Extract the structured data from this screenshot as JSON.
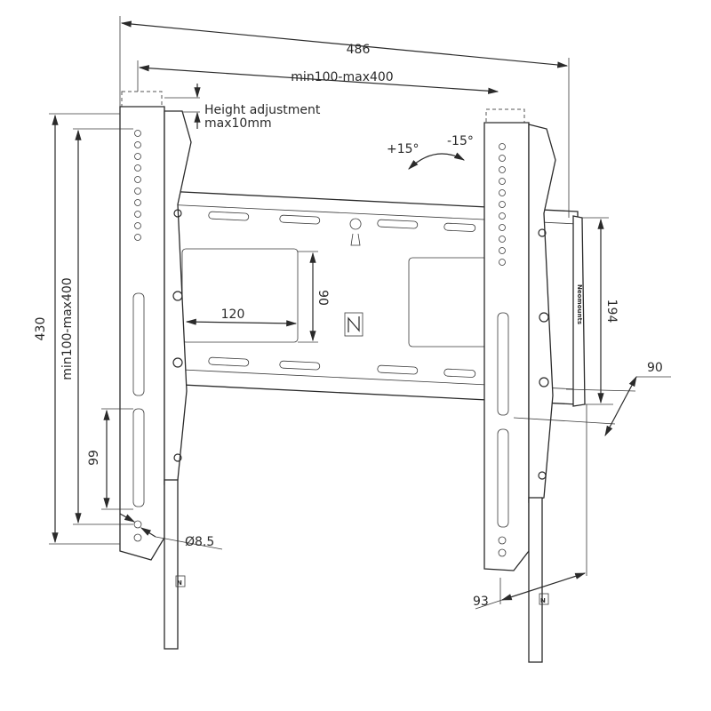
{
  "drawing": {
    "overall_width": "486",
    "vesa_width": "min100-max400",
    "height_adjustment_line1": "Height adjustment",
    "height_adjustment_line2": "max10mm",
    "tilt_plus": "+15°",
    "tilt_minus": "-15°",
    "overall_height": "430",
    "vesa_height": "min100-max400",
    "slot_length": "99",
    "hole_diameter": "Ø8.5",
    "cutout_height": "90",
    "cutout_width": "120",
    "plate_height": "194",
    "wall_distance_max": "90",
    "depth": "93",
    "brand_mark": "N",
    "brand_text": "Neomounts"
  }
}
